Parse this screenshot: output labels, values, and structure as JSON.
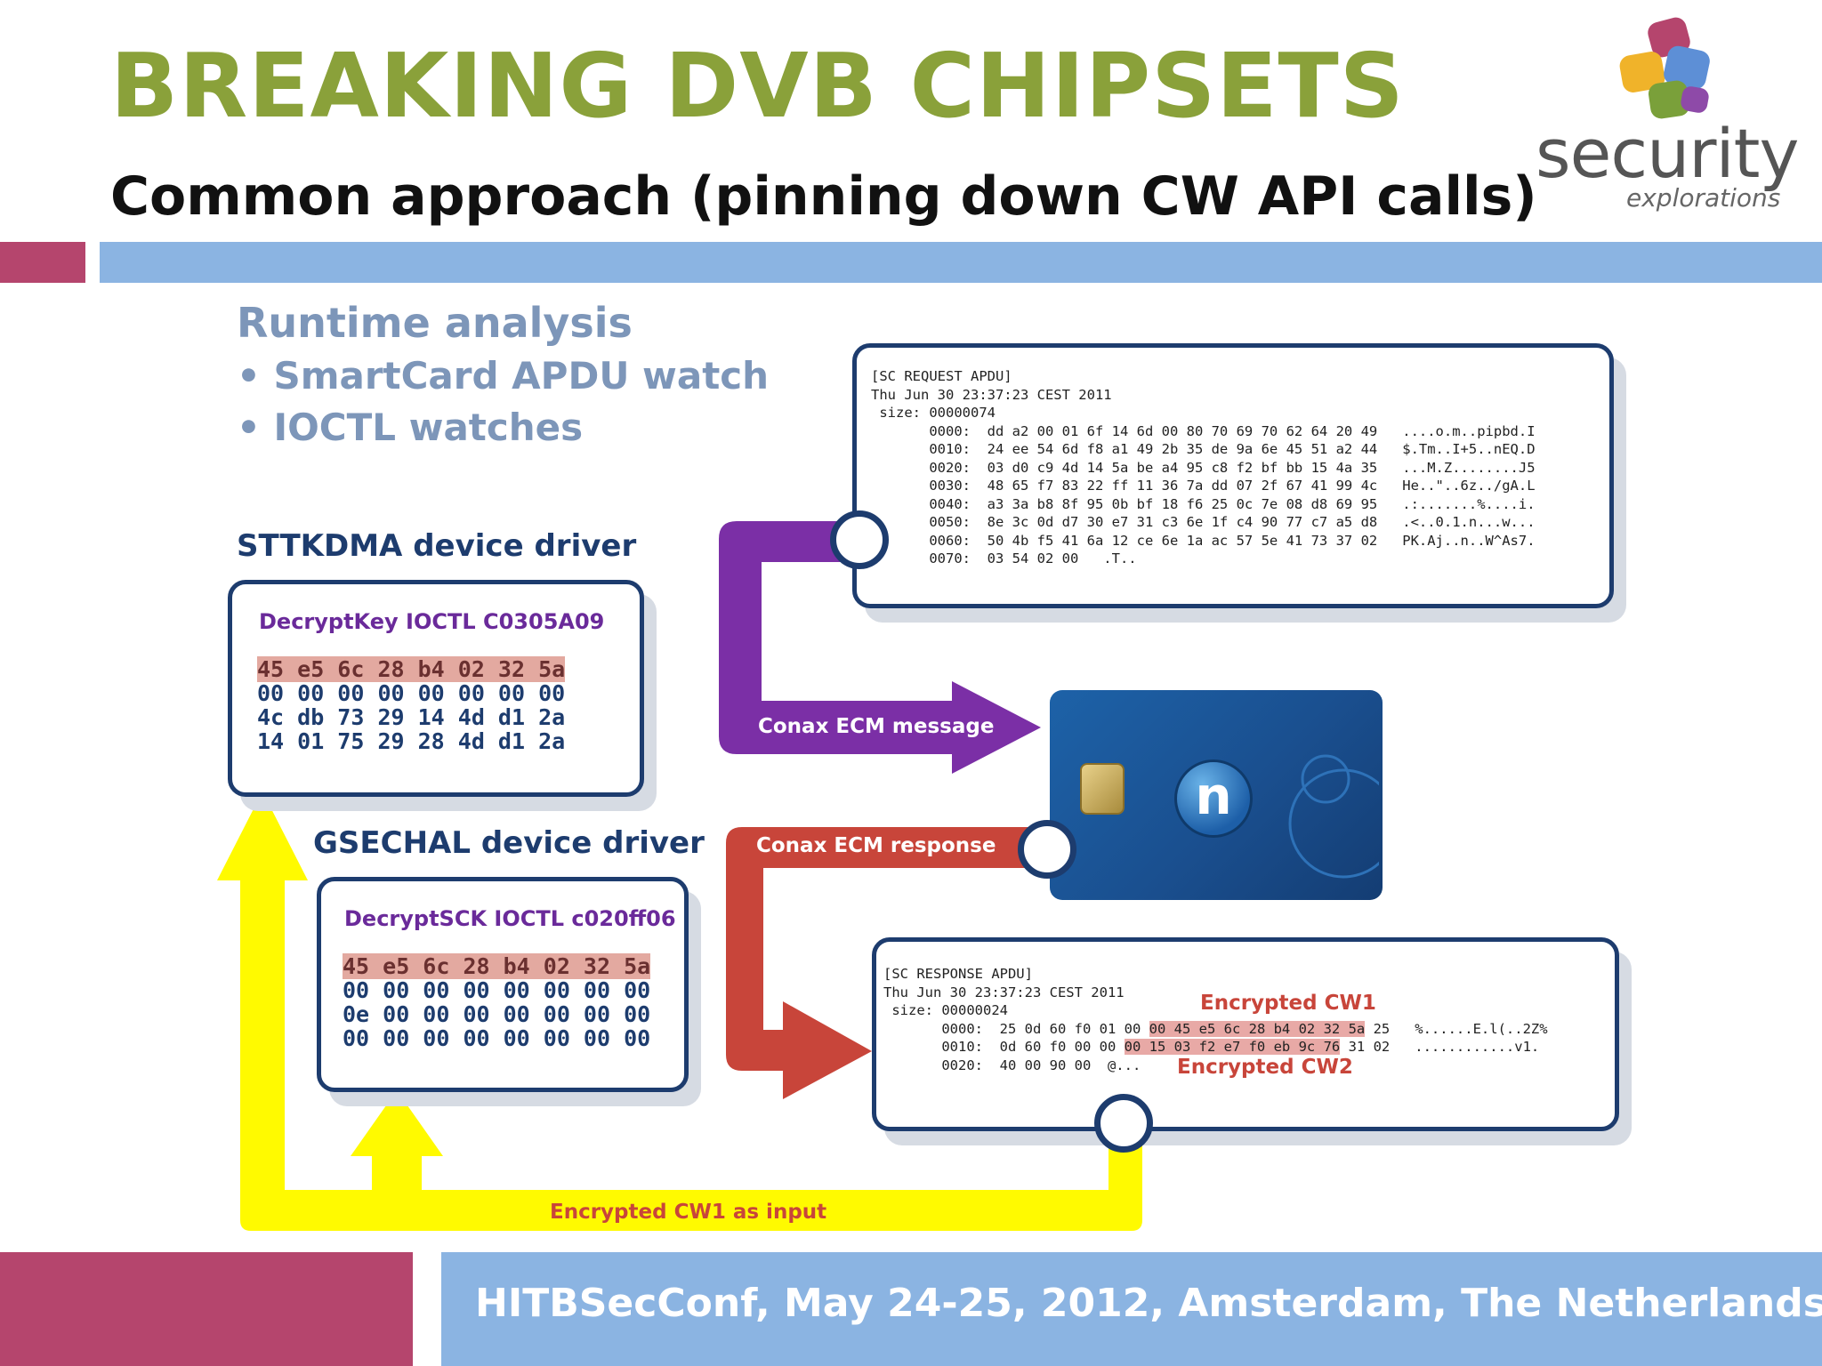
{
  "header": {
    "title": "BREAKING DVB CHIPSETS",
    "subtitle": "Common approach (pinning down CW API calls)"
  },
  "logo": {
    "word": "security",
    "sub": "explorations"
  },
  "runtime": {
    "heading": "Runtime analysis",
    "bullets": [
      "SmartCard APDU watch",
      "IOCTL watches"
    ]
  },
  "sttkdma": {
    "title": "STTKDMA device driver",
    "ioctl": "DecryptKey IOCTL C0305A09",
    "rows": [
      "45 e5 6c 28 b4 02 32 5a",
      "00 00 00 00 00 00 00 00",
      "4c db 73 29 14 4d d1 2a",
      "14 01 75 29 28 4d d1 2a"
    ]
  },
  "gsechal": {
    "title": "GSECHAL device driver",
    "ioctl": "DecryptSCK IOCTL c020ff06",
    "rows": [
      "45 e5 6c 28 b4 02 32 5a",
      "00 00 00 00 00 00 00 00",
      "0e 00 00 00 00 00 00 00",
      "00 00 00 00 00 00 00 00"
    ]
  },
  "request_apdu": {
    "header": "[SC REQUEST APDU]",
    "date": "Thu Jun 30 23:37:23 CEST 2011",
    "size": " size: 00000074",
    "lines": [
      "       0000:  dd a2 00 01 6f 14 6d 00 80 70 69 70 62 64 20 49   ....o.m..pipbd.I",
      "       0010:  24 ee 54 6d f8 a1 49 2b 35 de 9a 6e 45 51 a2 44   $.Tm..I+5..nEQ.D",
      "       0020:  03 d0 c9 4d 14 5a be a4 95 c8 f2 bf bb 15 4a 35   ...M.Z........J5",
      "       0030:  48 65 f7 83 22 ff 11 36 7a dd 07 2f 67 41 99 4c   He..\"..6z../gA.L",
      "       0040:  a3 3a b8 8f 95 0b bf 18 f6 25 0c 7e 08 d8 69 95   .:.......%....i.",
      "       0050:  8e 3c 0d d7 30 e7 31 c3 6e 1f c4 90 77 c7 a5 d8   .<..0.1.n...w...",
      "       0060:  50 4b f5 41 6a 12 ce 6e 1a ac 57 5e 41 73 37 02   PK.Aj..n..W^As7.",
      "       0070:  03 54 02 00   .T.."
    ]
  },
  "response_apdu": {
    "header": "[SC RESPONSE APDU]",
    "date": "Thu Jun 30 23:37:23 CEST 2011",
    "size": " size: 00000024",
    "line0_a": "       0000:  25 0d 60 f0 01 00 ",
    "line0_hl": "00 45 e5 6c 28 b4 02 32 5a",
    "line0_b": " 25   %......E.l(..2Z%",
    "line1_a": "       0010:  0d 60 f0 00 00 ",
    "line1_hl": "00 15 03 f2 e7 f0 eb 9c 76",
    "line1_b": " 31 02   ............v1.",
    "line2": "       0020:  40 00 90 00  @...",
    "cw1": "Encrypted CW1",
    "cw2": "Encrypted CW2"
  },
  "labels": {
    "ecm_message": "Conax ECM message",
    "ecm_response": "Conax ECM response",
    "cw1_input": "Encrypted CW1 as input",
    "card_tag": "n"
  },
  "footer": {
    "text": "HITBSecConf, May 24-25, 2012, Amsterdam, The Netherlands"
  },
  "colors": {
    "title": "#8aa13a",
    "accent_pink": "#b5456d",
    "accent_blue": "#8bb4e2",
    "navy": "#1d3c6e",
    "purple_arrow": "#7b2fa6",
    "red_arrow": "#c8453a",
    "yellow_arrow": "#fffa00"
  }
}
